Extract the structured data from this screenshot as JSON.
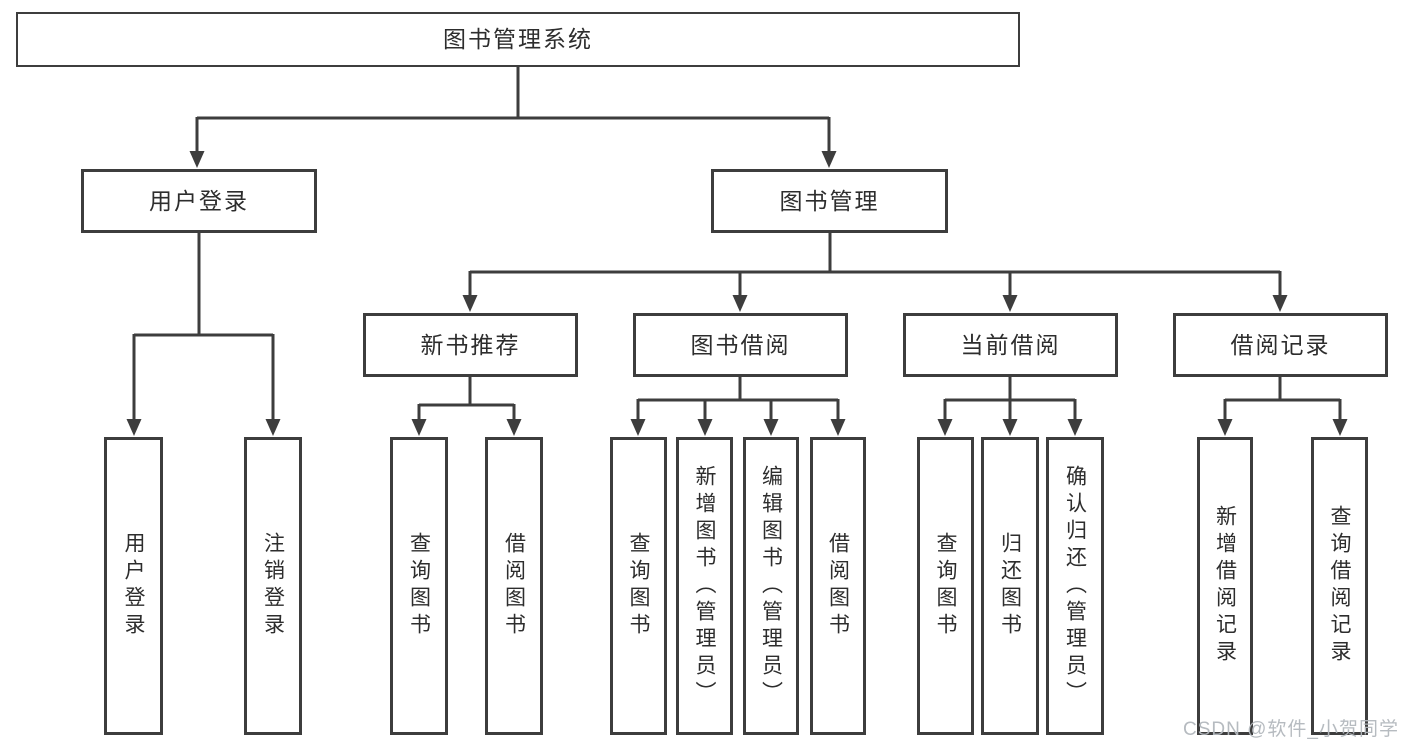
{
  "diagram": {
    "root": {
      "label": "图书管理系统"
    },
    "branches": [
      {
        "label": "用户登录",
        "children": [
          {
            "label": "用户登录"
          },
          {
            "label": "注销登录"
          }
        ]
      },
      {
        "label": "图书管理",
        "children": [
          {
            "label": "新书推荐",
            "children": [
              {
                "label": "查询图书"
              },
              {
                "label": "借阅图书"
              }
            ]
          },
          {
            "label": "图书借阅",
            "children": [
              {
                "label": "查询图书"
              },
              {
                "label": "新增图书（管理员）"
              },
              {
                "label": "编辑图书（管理员）"
              },
              {
                "label": "借阅图书"
              }
            ]
          },
          {
            "label": "当前借阅",
            "children": [
              {
                "label": "查询图书"
              },
              {
                "label": "归还图书"
              },
              {
                "label": "确认归还（管理员）"
              }
            ]
          },
          {
            "label": "借阅记录",
            "children": [
              {
                "label": "新增借阅记录"
              },
              {
                "label": "查询借阅记录"
              }
            ]
          }
        ]
      }
    ]
  },
  "watermark": {
    "text": "CSDN @软件_小贺同学"
  },
  "colors": {
    "line": "#3d3d3d",
    "text": "#2d2d2d",
    "background": "#ffffff",
    "watermark": "#b2b7bd"
  }
}
